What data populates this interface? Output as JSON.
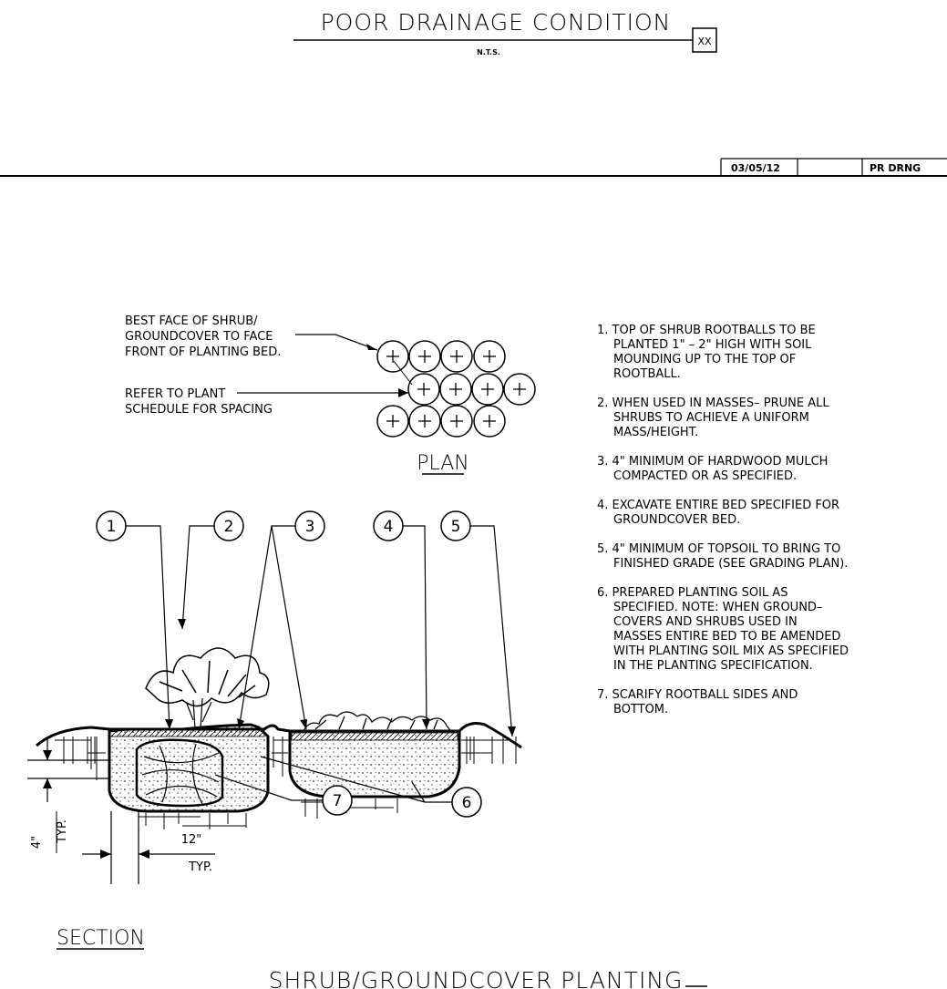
{
  "header": {
    "title": "POOR DRAINAGE CONDITION",
    "scale": "N.T.S.",
    "ref_tag": "XX",
    "date": "03/05/12",
    "blank_cell": "",
    "code": "PR DRNG"
  },
  "plan": {
    "label": "PLAN",
    "leader_1": [
      "BEST FACE OF SHRUB/",
      "GROUNDCOVER TO FACE",
      "FRONT OF PLANTING BED."
    ],
    "leader_2": [
      "REFER TO PLANT",
      "SCHEDULE FOR SPACING"
    ]
  },
  "notes": [
    [
      "1. TOP OF SHRUB ROOTBALLS TO BE",
      "PLANTED 1\" – 2\" HIGH WITH SOIL",
      "MOUNDING UP TO THE TOP OF",
      "ROOTBALL."
    ],
    [
      "2. WHEN USED IN MASSES– PRUNE ALL",
      "SHRUBS TO ACHIEVE A UNIFORM",
      "MASS/HEIGHT."
    ],
    [
      "3. 4\" MINIMUM OF HARDWOOD MULCH",
      "COMPACTED OR AS SPECIFIED."
    ],
    [
      "4. EXCAVATE ENTIRE BED SPECIFIED FOR",
      "GROUNDCOVER BED."
    ],
    [
      "5. 4\" MINIMUM OF TOPSOIL TO BRING TO",
      "FINISHED GRADE (SEE GRADING PLAN)."
    ],
    [
      "6. PREPARED PLANTING SOIL AS",
      "SPECIFIED. NOTE: WHEN GROUND–",
      "COVERS AND SHRUBS USED IN",
      "MASSES ENTIRE BED TO BE AMENDED",
      "WITH PLANTING SOIL MIX AS SPECIFIED",
      "IN THE PLANTING SPECIFICATION."
    ],
    [
      "7. SCARIFY ROOTBALL SIDES AND",
      "BOTTOM."
    ]
  ],
  "callouts": [
    "1",
    "2",
    "3",
    "4",
    "5",
    "6",
    "7"
  ],
  "dimensions": {
    "depth": "4\"",
    "depth_typ": "TYP.",
    "width": "12\"",
    "width_typ": "TYP."
  },
  "section": {
    "label": "SECTION",
    "title": "SHRUB/GROUNDCOVER PLANTING"
  }
}
